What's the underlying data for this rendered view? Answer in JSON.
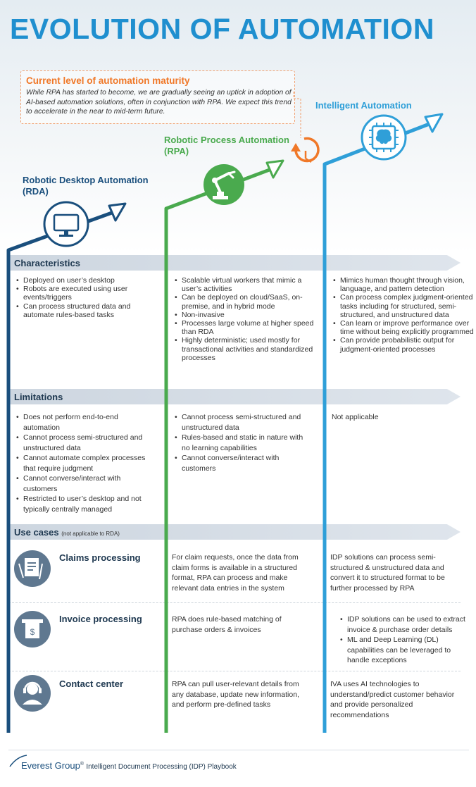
{
  "title": "EVOLUTION OF AUTOMATION",
  "callout": {
    "title": "Current level of automation maturity",
    "body": "While RPA has started to become, we are gradually seeing an uptick in adoption of AI-based automation solutions, often in conjunction with RPA. We expect this trend to accelerate in the near to mid-term future."
  },
  "stages": {
    "rda": {
      "title": "Robotic Desktop Automation (RDA)",
      "color": "#1a4f7d",
      "icon": "desktop-monitor-icon"
    },
    "rpa": {
      "title": "Robotic Process Automation (RPA)",
      "color": "#4aaa4e",
      "icon": "robotic-arm-icon"
    },
    "ia": {
      "title": "Intelligent Automation",
      "color": "#2f9fd8",
      "icon": "brain-chip-icon"
    }
  },
  "maturity_icon": "clock-arrow-icon",
  "characteristics": {
    "label": "Characteristics",
    "rda": [
      "Deployed on user’s desktop",
      "Robots are executed using user events/triggers",
      "Can process structured data and automate rules-based tasks"
    ],
    "rpa": [
      "Scalable virtual workers that mimic a user’s activities",
      "Can be deployed on cloud/SaaS, on-premise, and in hybrid mode",
      "Non-invasive",
      "Processes large volume at higher speed than RDA",
      "Highly deterministic; used mostly for transactional activities and standardized processes"
    ],
    "ia": [
      "Mimics human thought through vision, language, and pattern detection",
      "Can process complex judgment-oriented tasks including for structured, semi-structured, and unstructured data",
      "Can learn or improve performance over time without being explicitly programmed",
      "Can provide probabilistic output for judgment-oriented processes"
    ]
  },
  "limitations": {
    "label": "Limitations",
    "rda": [
      "Does not perform end-to-end automation",
      "Cannot process semi-structured and unstructured data",
      "Cannot automate complex processes that require judgment",
      "Cannot converse/interact with customers",
      "Restricted to user’s desktop and not typically centrally managed"
    ],
    "rpa": [
      "Cannot process semi-structured and unstructured data",
      "Rules-based and static in nature with no learning capabilities",
      "Cannot converse/interact with customers"
    ],
    "ia": "Not applicable"
  },
  "use_cases": {
    "label": "Use cases",
    "note": "(not applicable to RDA)",
    "rows": [
      {
        "title": "Claims processing",
        "icon": "claims-document-icon",
        "rpa": "For claim requests, once the data from claim forms is available in a structured format, RPA can process and make relevant data entries in the system",
        "ia": "IDP solutions can process semi-structured & unstructured data and convert it to structured format to be further processed by RPA"
      },
      {
        "title": "Invoice processing",
        "icon": "invoice-receipt-icon",
        "rpa": "RPA does rule-based matching of purchase orders & invoices",
        "ia": [
          "IDP solutions can be used to extract invoice & purchase order details",
          "ML and Deep Learning (DL) capabilities can be leveraged to handle exceptions"
        ]
      },
      {
        "title": "Contact center",
        "icon": "headset-agent-icon",
        "rpa": "RPA can pull user-relevant details from any database, update new information, and perform pre-defined tasks",
        "ia": "IVA uses AI technologies to understand/predict customer behavior and provide personalized recommendations"
      }
    ]
  },
  "footer": {
    "brand": "Everest Group",
    "reg": "®",
    "document": "Intelligent Document Processing (IDP) Playbook"
  }
}
